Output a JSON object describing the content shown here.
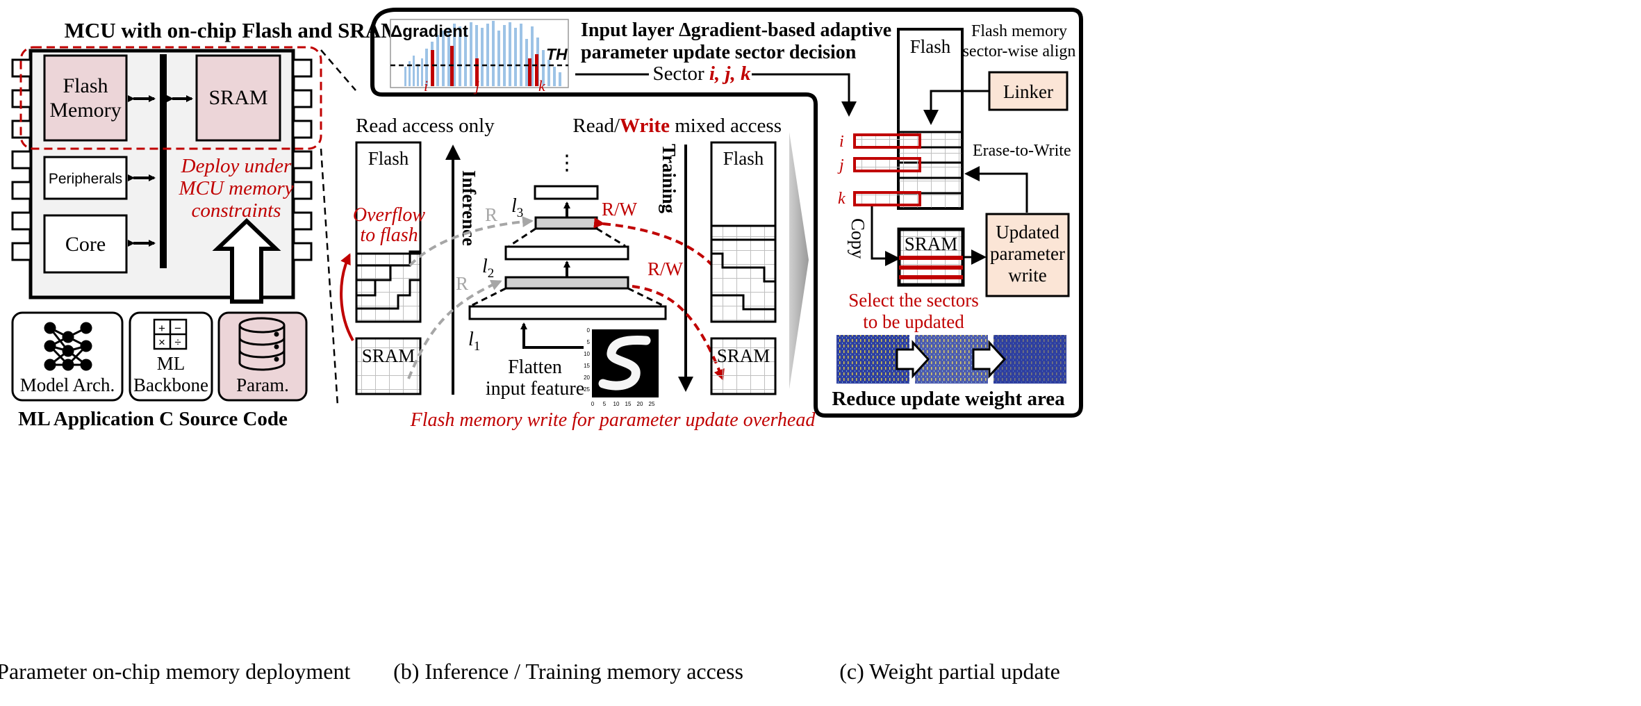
{
  "colors": {
    "red": "#c00000",
    "pink": "#ecd5d8",
    "peach": "#fbe5d6",
    "chip_bg": "#f2f2f2",
    "grid": "#bfbfbf",
    "gray_arrow": "#a6a6a6",
    "blue_bars": "#9dc3e6",
    "heat_bg": "#2f2f8f"
  },
  "panel_a": {
    "title": "MCU with on-chip Flash and SRAM",
    "flash": [
      "Flash",
      "Memory"
    ],
    "sram": "SRAM",
    "peripherals": "Peripherals",
    "core": "Core",
    "deploy": [
      "Deploy under",
      "MCU memory",
      "constraints"
    ],
    "model_arch": "Model Arch.",
    "ml_backbone": [
      "ML",
      "Backbone"
    ],
    "param": "Param.",
    "calc_symbols": [
      "+",
      "−",
      "×",
      "÷"
    ],
    "source": "ML Application C Source Code",
    "caption": "(a) Parameter on-chip memory deployment",
    "icons": [
      "neural-network-icon",
      "calculator-icon",
      "database-icon"
    ]
  },
  "panel_b": {
    "read_only": "Read access only",
    "rw_prefix": "Read/",
    "rw_write": "Write",
    "rw_suffix": " mixed access",
    "flash": "Flash",
    "sram": "SRAM",
    "inference": "Inference",
    "training": "Training",
    "overflow": [
      "Overflow",
      "to flash"
    ],
    "r": "R",
    "rw": "R/W",
    "ellipsis": "⋮",
    "l1": "l",
    "l1_sub": "1",
    "l2": "l",
    "l2_sub": "2",
    "l3": "l",
    "l3_sub": "3",
    "flatten": [
      "Flatten",
      "input feature"
    ],
    "mnist_ticks_x": [
      "0",
      "5",
      "10",
      "15",
      "20",
      "25"
    ],
    "mnist_ticks_y": [
      "0",
      "5",
      "10",
      "15",
      "20",
      "25"
    ],
    "overhead": "Flash memory write for parameter update overhead",
    "caption": "(b) Inference / Training memory access"
  },
  "panel_c": {
    "grad_title": "Δgradient",
    "th": "TH",
    "grad_labels": [
      "i",
      "j",
      "k"
    ],
    "decision": [
      "Input layer Δgradient-based adaptive",
      "parameter update sector decision"
    ],
    "sector_prefix": "Sector ",
    "sector_vars": "i, j, k",
    "flash": "Flash",
    "flash_align": [
      "Flash memory",
      "sector-wise align"
    ],
    "linker": "Linker",
    "erase": "Erase-to-Write",
    "copy": "Copy",
    "sram": "SRAM",
    "updated": [
      "Updated",
      "parameter",
      "write"
    ],
    "select": [
      "Select the sectors",
      "to be updated"
    ],
    "reduce": "Reduce update weight area",
    "caption": "(c) Weight partial update"
  }
}
